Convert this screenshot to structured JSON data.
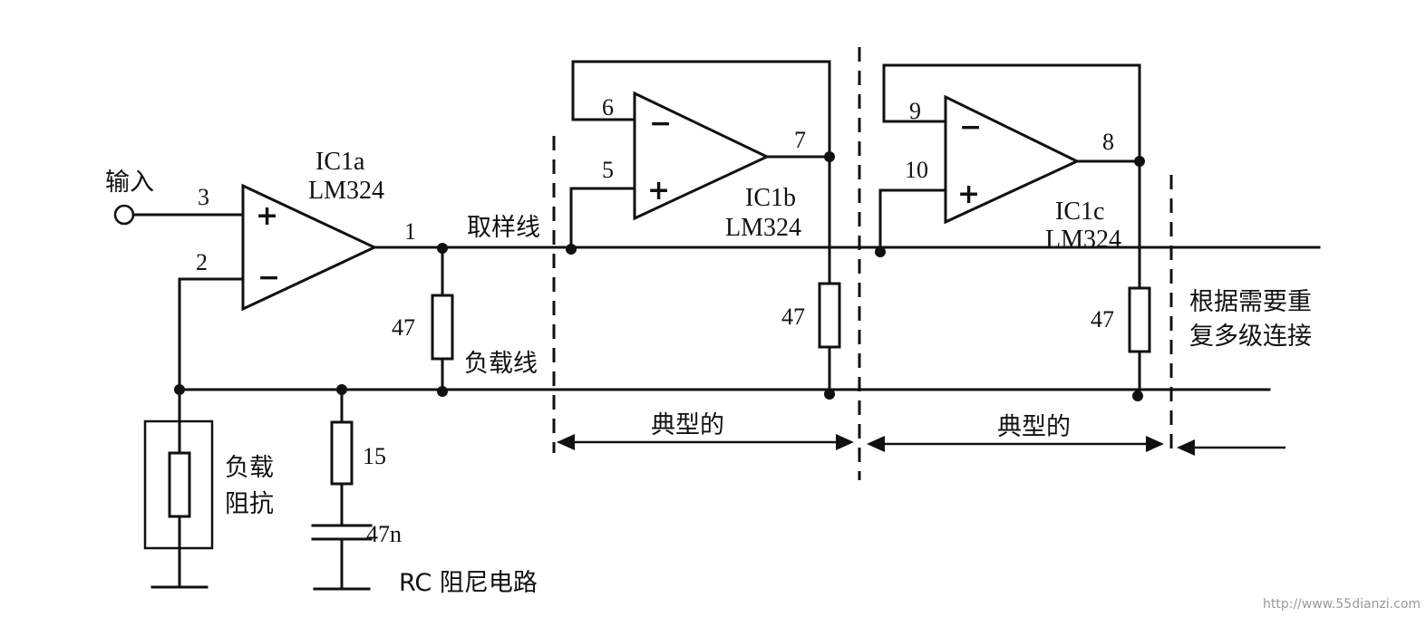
{
  "labels": {
    "input": "输入",
    "sample_line": "取样线",
    "load_line": "负载线",
    "load_impedance_1": "负载",
    "load_impedance_2": "阻抗",
    "rc_snubber": "RC 阻尼电路",
    "repeat_1": "根据需要重",
    "repeat_2": "复多级连接",
    "typical_1": "典型的",
    "typical_2": "典型的",
    "watermark": "http://www.55dianzi.com"
  },
  "opamps": [
    {
      "name_1": "IC1a",
      "name_2": "LM324",
      "minus": "−",
      "plus": "+"
    },
    {
      "name_1": "IC1b",
      "name_2": "LM324",
      "minus": "−",
      "plus": "+"
    },
    {
      "name_1": "IC1c",
      "name_2": "LM324",
      "minus": "−",
      "plus": "+"
    }
  ],
  "pins": {
    "p1": "1",
    "p2": "2",
    "p3": "3",
    "p5": "5",
    "p6": "6",
    "p7": "7",
    "p8": "8",
    "p9": "9",
    "p10": "10"
  },
  "components": {
    "r_load_a": "47",
    "r_load_b": "47",
    "r_load_c": "47",
    "r_snubber": "15",
    "c_snubber": "47n"
  }
}
